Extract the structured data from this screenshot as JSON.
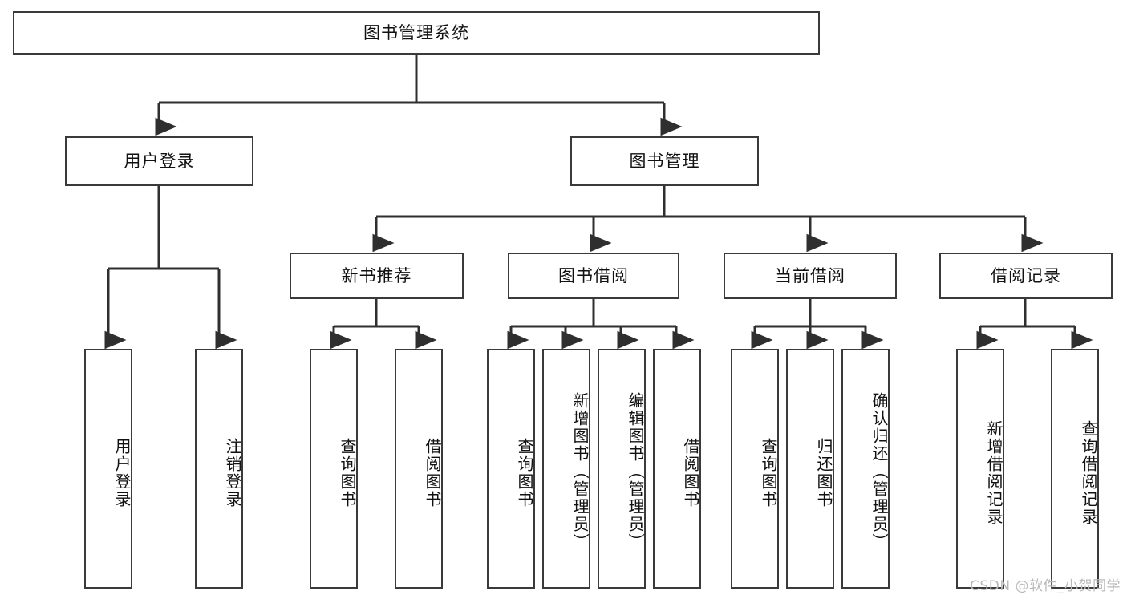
{
  "diagram": {
    "title": "图书管理系统",
    "type": "tree-hierarchy",
    "orientation": "top-down",
    "colors": {
      "node_border": "#3a3a3a",
      "node_fill": "#ffffff",
      "edge": "#2f2f2f",
      "text": "#111111",
      "watermark": "#b9b9b9",
      "background": "#ffffff"
    }
  },
  "nodes": {
    "root": {
      "label": "图书管理系统"
    },
    "level1": [
      {
        "id": "user_login",
        "label": "用户登录"
      },
      {
        "id": "book_manage",
        "label": "图书管理"
      }
    ],
    "level2": [
      {
        "id": "new_book_rec",
        "label": "新书推荐"
      },
      {
        "id": "book_borrow",
        "label": "图书借阅"
      },
      {
        "id": "current_borrow",
        "label": "当前借阅"
      },
      {
        "id": "borrow_record",
        "label": "借阅记录"
      }
    ],
    "leaves": {
      "user_login": [
        {
          "id": "leaf_user_login",
          "label": "用户登录"
        },
        {
          "id": "leaf_logout",
          "label": "注销登录"
        }
      ],
      "new_book_rec": [
        {
          "id": "leaf_query_book_1",
          "label": "查询图书"
        },
        {
          "id": "leaf_borrow_book_1",
          "label": "借阅图书"
        }
      ],
      "book_borrow": [
        {
          "id": "leaf_query_book_2",
          "label": "查询图书"
        },
        {
          "id": "leaf_add_book",
          "label": "新增图书（管理员）"
        },
        {
          "id": "leaf_edit_book",
          "label": "编辑图书（管理员）"
        },
        {
          "id": "leaf_borrow_book_2",
          "label": "借阅图书"
        }
      ],
      "current_borrow": [
        {
          "id": "leaf_query_book_3",
          "label": "查询图书"
        },
        {
          "id": "leaf_return_book",
          "label": "归还图书"
        },
        {
          "id": "leaf_confirm_return",
          "label": "确认归还（管理员）"
        }
      ],
      "borrow_record": [
        {
          "id": "leaf_add_record",
          "label": "新增借阅记录"
        },
        {
          "id": "leaf_query_record",
          "label": "查询借阅记录"
        }
      ]
    }
  },
  "watermark": {
    "text": "CSDN @软件_小贺同学"
  }
}
